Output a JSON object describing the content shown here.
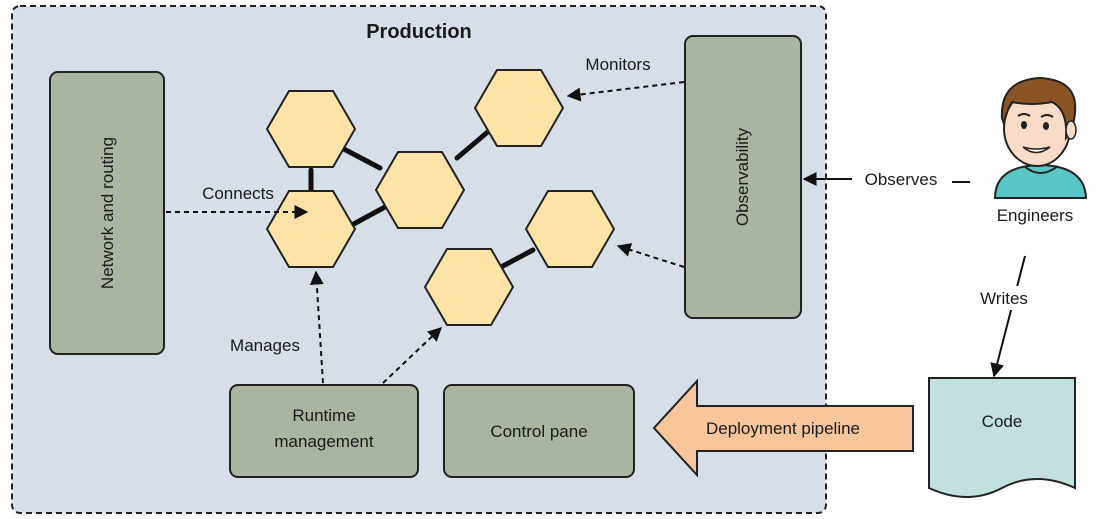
{
  "title": "Production",
  "boxes": {
    "network": "Network and routing",
    "observability": "Observability",
    "runtime_line1": "Runtime",
    "runtime_line2": "management",
    "control": "Control pane"
  },
  "labels": {
    "monitors": "Monitors",
    "connects": "Connects",
    "manages": "Manages",
    "observes": "Observes",
    "engineers": "Engineers",
    "writes": "Writes",
    "code": "Code",
    "pipeline": "Deployment pipeline"
  },
  "colors": {
    "production_bg": "#d6dee8",
    "component_fill": "#a9b5a0",
    "service_fill": "#fde4a6",
    "pipeline_fill": "#f7c59b",
    "code_fill": "#c3e0e1",
    "person_shirt": "#56c6c6",
    "person_hair": "#8a5424",
    "person_skin": "#f8dcc8"
  },
  "icons": [
    "hexagon-service-icon",
    "engineer-person-icon",
    "document-icon",
    "arrow-icon"
  ]
}
